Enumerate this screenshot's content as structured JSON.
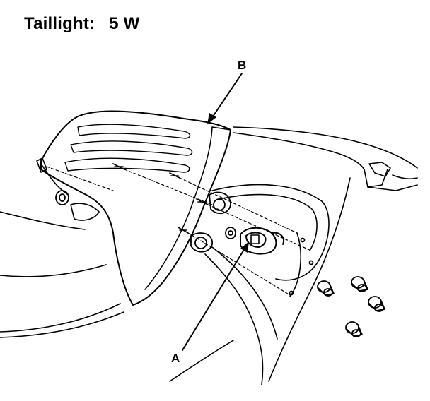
{
  "header": {
    "label": "Taillight:",
    "value": "5 W"
  },
  "callouts": {
    "a": "A",
    "b": "B"
  },
  "colors": {
    "ink": "#000000",
    "paper": "#ffffff"
  }
}
